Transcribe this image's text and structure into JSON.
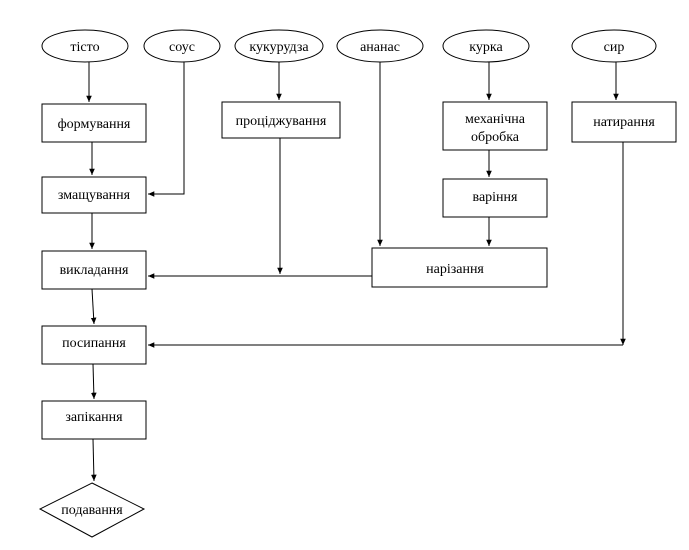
{
  "inputs": {
    "dough": "тісто",
    "sauce": "соус",
    "corn": "кукурудза",
    "pineapple": "ананас",
    "chicken": "курка",
    "cheese": "сир"
  },
  "steps": {
    "shaping": "формування",
    "greasing": "змащування",
    "laying_out": "викладання",
    "sprinkling": "посипання",
    "baking": "запікання",
    "straining": "проціджування",
    "mechanical_processing_line1": "механічна",
    "mechanical_processing_line2": "обробка",
    "boiling": "варіння",
    "cutting": "нарізання",
    "grating": "натирання"
  },
  "output": {
    "serving": "подавання"
  }
}
